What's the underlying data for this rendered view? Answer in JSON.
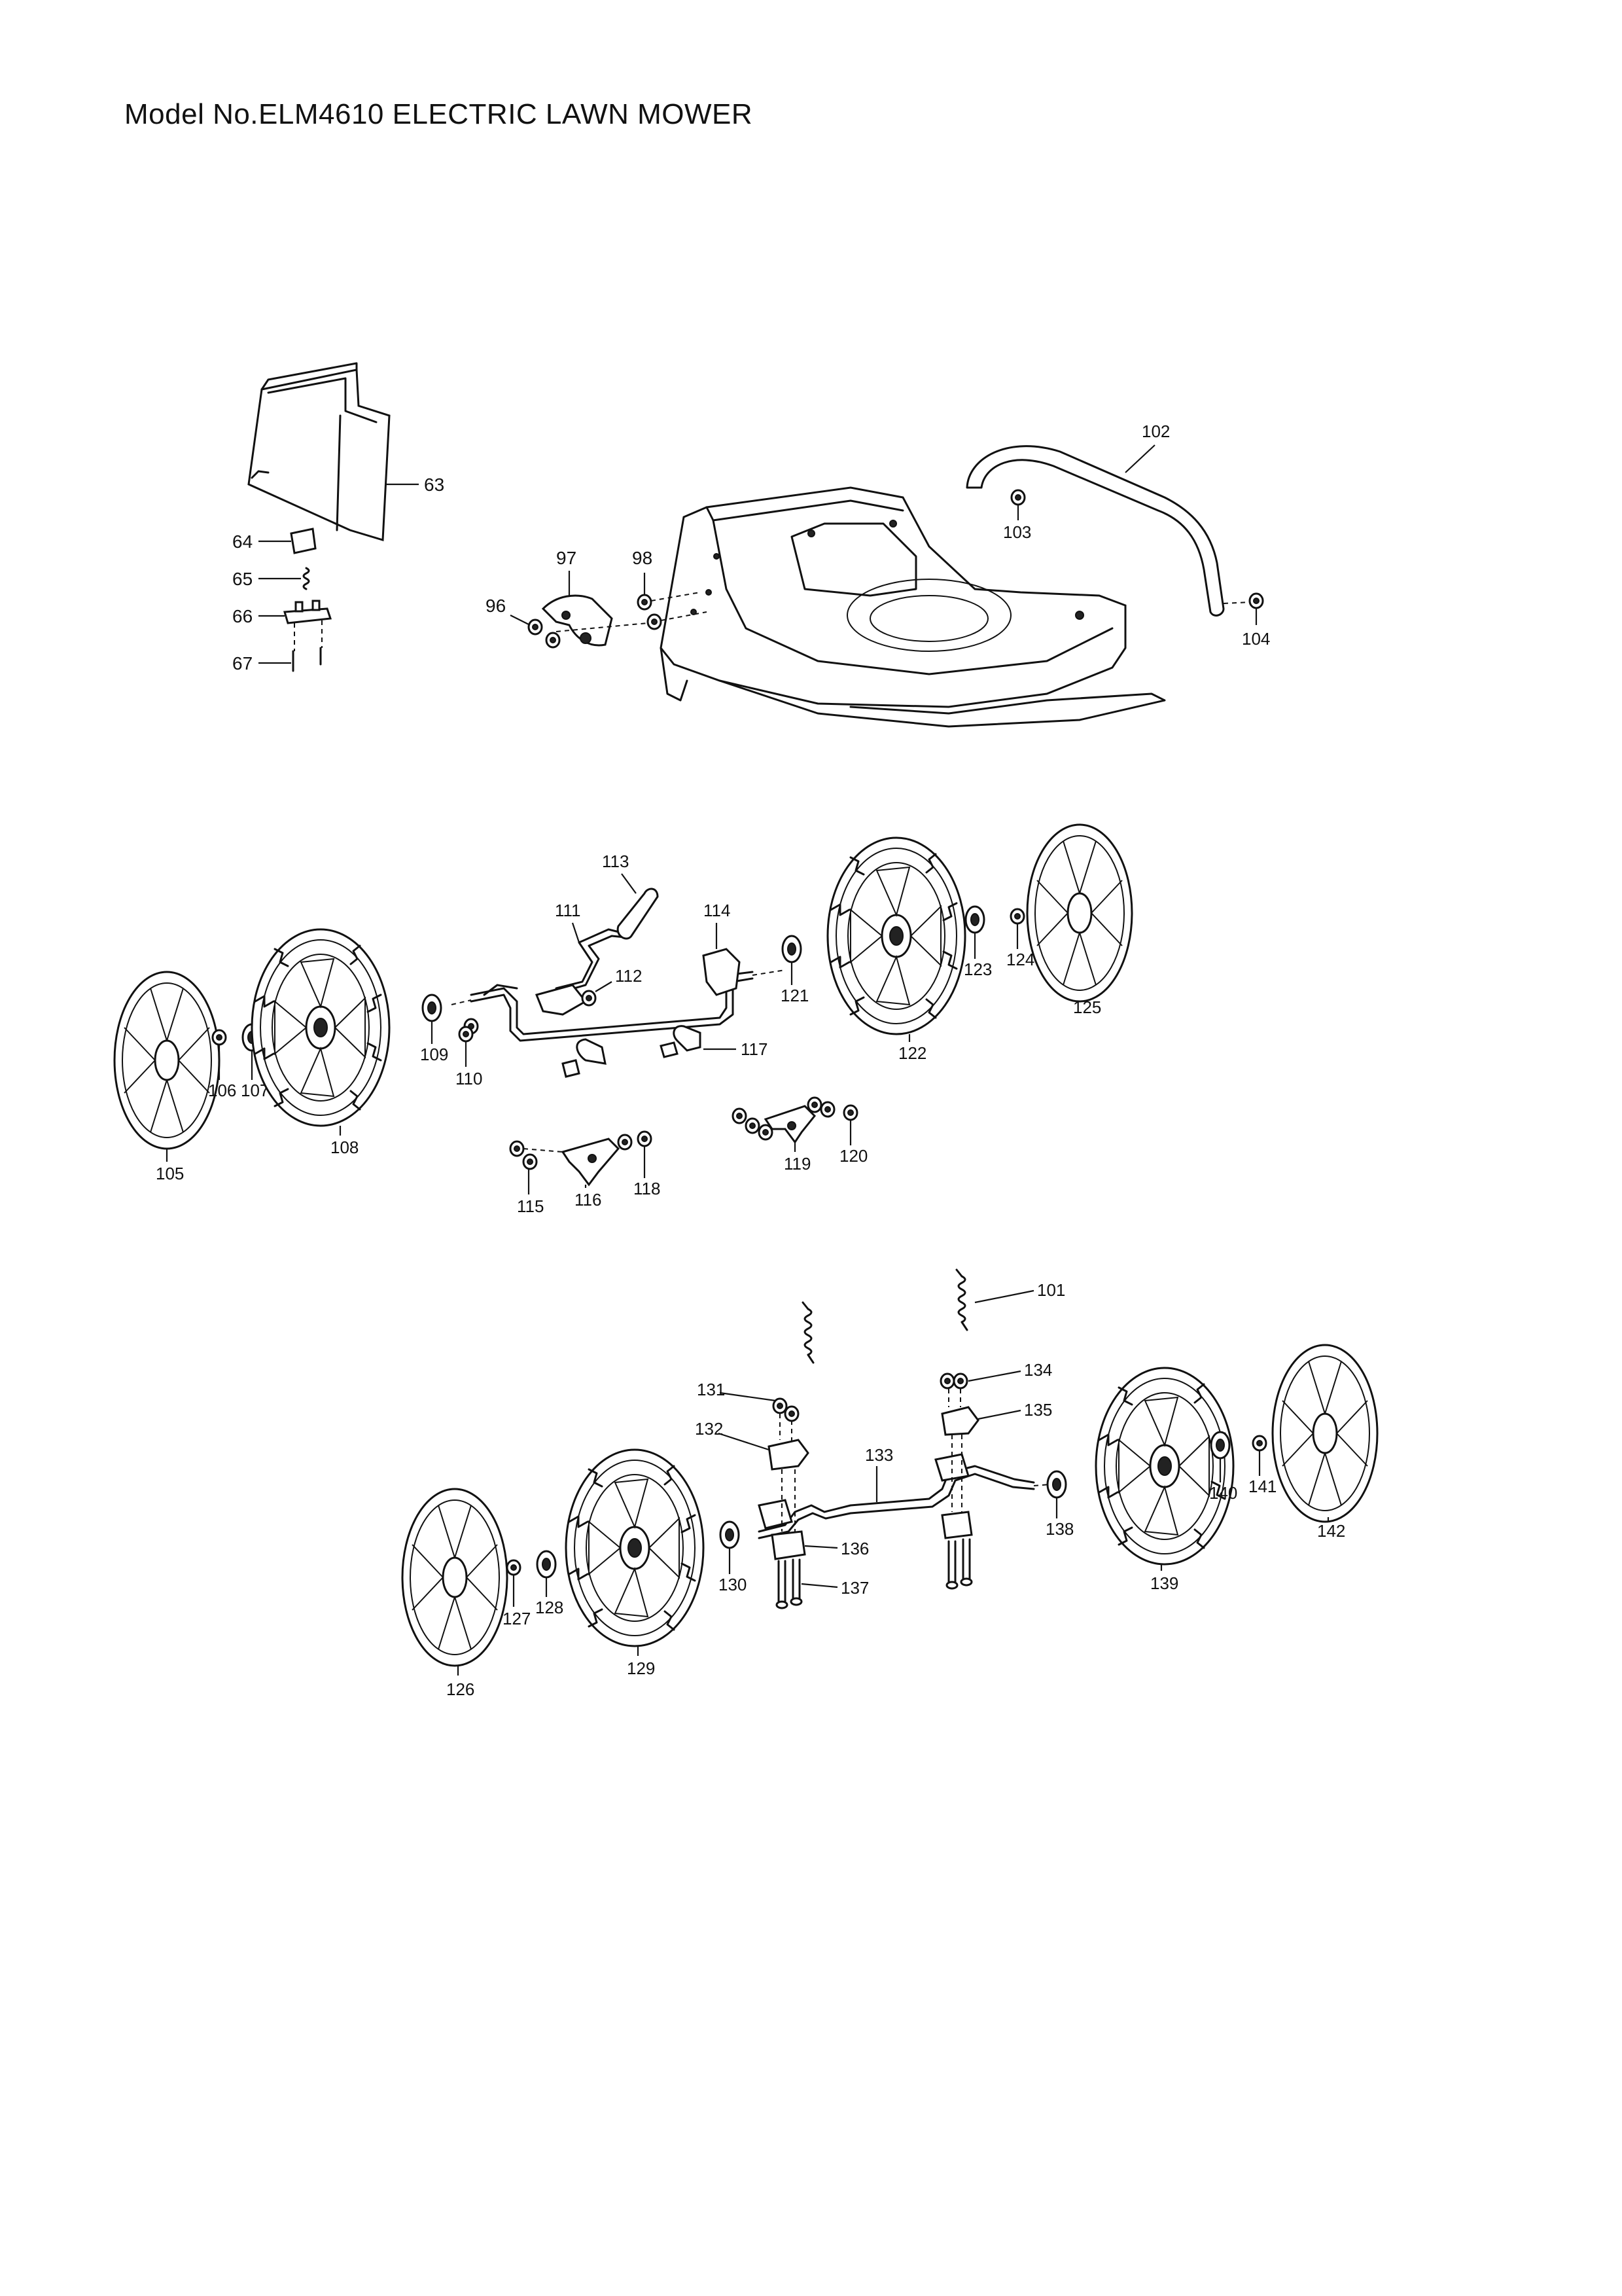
{
  "title": "Model No.ELM4610 ELECTRIC LAWN MOWER",
  "labels": {
    "p63": "63",
    "p64": "64",
    "p65": "65",
    "p66": "66",
    "p67": "67",
    "p96": "96",
    "p97": "97",
    "p98": "98",
    "p101": "101",
    "p102": "102",
    "p103": "103",
    "p104": "104",
    "p105": "105",
    "p106": "106",
    "p107": "107",
    "p108": "108",
    "p109": "109",
    "p110": "110",
    "p111": "111",
    "p112": "112",
    "p113": "113",
    "p114": "114",
    "p115": "115",
    "p116": "116",
    "p117": "117",
    "p118": "118",
    "p119": "119",
    "p120": "120",
    "p121": "121",
    "p122": "122",
    "p123": "123",
    "p124": "124",
    "p125": "125",
    "p126": "126",
    "p127": "127",
    "p128": "128",
    "p129": "129",
    "p130": "130",
    "p131": "131",
    "p132": "132",
    "p133": "133",
    "p134": "134",
    "p135": "135",
    "p136": "136",
    "p137": "137",
    "p138": "138",
    "p139": "139",
    "p140": "140",
    "p141": "141",
    "p142": "142"
  }
}
